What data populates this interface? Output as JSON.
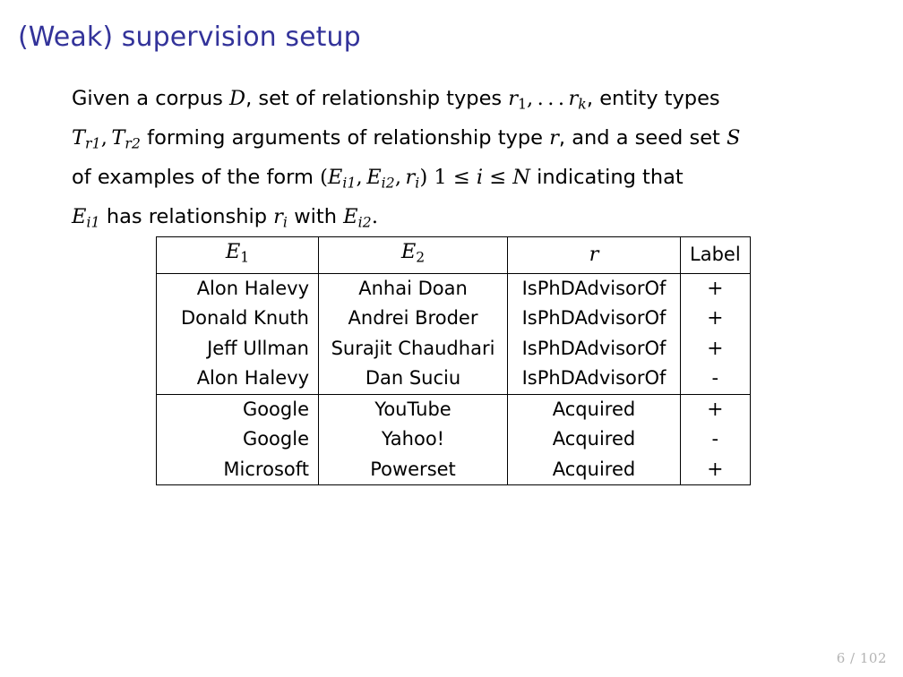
{
  "slide": {
    "title": "(Weak) supervision setup",
    "title_color": "#33339a",
    "page_number": "6 / 102"
  },
  "body": {
    "lines": [
      {
        "id": "line1",
        "text": "Given a corpus D, set of relationship types r1, . . . rk, entity types",
        "parts": [
          {
            "t": "Given a corpus ",
            "k": "text"
          },
          {
            "t": "D",
            "k": "math"
          },
          {
            "t": ", set of relationship types ",
            "k": "text"
          },
          {
            "t": "r",
            "k": "math"
          },
          {
            "t": "1",
            "k": "sub-upright"
          },
          {
            "t": ", . . . ",
            "k": "math-upright"
          },
          {
            "t": "r",
            "k": "math"
          },
          {
            "t": "k",
            "k": "sub"
          },
          {
            "t": ", entity types",
            "k": "text"
          }
        ]
      },
      {
        "id": "line2",
        "text": "Tr1, Tr2 forming arguments of relationship type r, and a seed set S",
        "parts": [
          {
            "t": "T",
            "k": "math"
          },
          {
            "t": "r1",
            "k": "sub"
          },
          {
            "t": ", ",
            "k": "math-upright"
          },
          {
            "t": "T",
            "k": "math"
          },
          {
            "t": "r2",
            "k": "sub"
          },
          {
            "t": " forming arguments of relationship type ",
            "k": "text"
          },
          {
            "t": "r",
            "k": "math"
          },
          {
            "t": ", and a seed set ",
            "k": "text"
          },
          {
            "t": "S",
            "k": "math"
          }
        ]
      },
      {
        "id": "line3",
        "text": "of examples of the form (Ei1, Ei2, ri) 1 ≤ i ≤ N indicating that",
        "parts": [
          {
            "t": "of examples of the form ",
            "k": "text"
          },
          {
            "t": "(",
            "k": "math-upright"
          },
          {
            "t": "E",
            "k": "math"
          },
          {
            "t": "i1",
            "k": "sub"
          },
          {
            "t": ", ",
            "k": "math-upright"
          },
          {
            "t": "E",
            "k": "math"
          },
          {
            "t": "i2",
            "k": "sub"
          },
          {
            "t": ", ",
            "k": "math-upright"
          },
          {
            "t": "r",
            "k": "math"
          },
          {
            "t": "i",
            "k": "sub"
          },
          {
            "t": ")",
            "k": "math-upright"
          },
          {
            "t": " 1 ≤ ",
            "k": "math-upright"
          },
          {
            "t": "i",
            "k": "math"
          },
          {
            "t": " ≤ ",
            "k": "math-upright"
          },
          {
            "t": "N",
            "k": "math"
          },
          {
            "t": " indicating that",
            "k": "text"
          }
        ]
      },
      {
        "id": "line4",
        "text": "Ei1 has relationship ri with Ei2.",
        "parts": [
          {
            "t": "E",
            "k": "math"
          },
          {
            "t": "i1",
            "k": "sub"
          },
          {
            "t": " has relationship ",
            "k": "text"
          },
          {
            "t": "r",
            "k": "math"
          },
          {
            "t": "i",
            "k": "sub"
          },
          {
            "t": " with ",
            "k": "text"
          },
          {
            "t": "E",
            "k": "math"
          },
          {
            "t": "i2",
            "k": "sub"
          },
          {
            "t": ".",
            "k": "math-upright"
          }
        ]
      }
    ]
  },
  "table": {
    "headers": {
      "e1": "E",
      "e1_sub": "1",
      "e2": "E",
      "e2_sub": "2",
      "r": "r",
      "label": "Label"
    },
    "rows": [
      {
        "e1": "Alon Halevy",
        "e2": "Anhai Doan",
        "r": "IsPhDAdvisorOf",
        "label": "+"
      },
      {
        "e1": "Donald Knuth",
        "e2": "Andrei Broder",
        "r": "IsPhDAdvisorOf",
        "label": "+"
      },
      {
        "e1": "Jeff Ullman",
        "e2": "Surajit Chaudhari",
        "r": "IsPhDAdvisorOf",
        "label": "+"
      },
      {
        "e1": "Alon Halevy",
        "e2": "Dan Suciu",
        "r": "IsPhDAdvisorOf",
        "label": "-"
      },
      {
        "e1": "Google",
        "e2": "YouTube",
        "r": "Acquired",
        "label": "+"
      },
      {
        "e1": "Google",
        "e2": "Yahoo!",
        "r": "Acquired",
        "label": "-"
      },
      {
        "e1": "Microsoft",
        "e2": "Powerset",
        "r": "Acquired",
        "label": "+"
      }
    ],
    "group_break_after_row": 3
  }
}
